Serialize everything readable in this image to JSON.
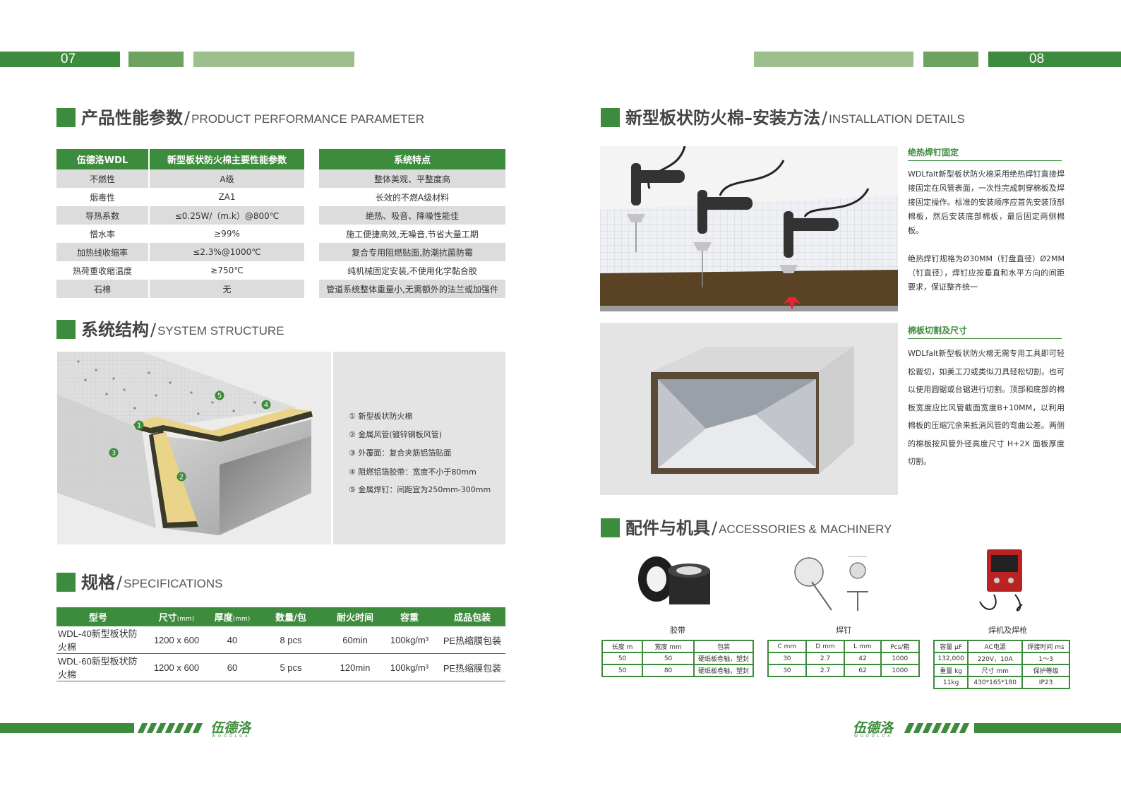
{
  "left_page_num": "07",
  "right_page_num": "08",
  "perf": {
    "title_cn": "产品性能参数",
    "slash": "/",
    "title_en": "PRODUCT PERFORMANCE PARAMETER",
    "col1": "伍德洛WDL",
    "col2": "新型板状防火棉主要性能参数",
    "col3": "系统特点",
    "rows": [
      {
        "name": "不燃性",
        "value": "A级",
        "feature": "整体美观、平整度高"
      },
      {
        "name": "烟毒性",
        "value": "ZA1",
        "feature": "长效的不燃A级材料"
      },
      {
        "name": "导热系数",
        "value": "≤0.25W/（m.k）@800℃",
        "feature": "绝热、吸音、降噪性能佳"
      },
      {
        "name": "憎水率",
        "value": "≥99%",
        "feature": "施工便捷高效,无噪音,节省大量工期"
      },
      {
        "name": "加热线收缩率",
        "value": "≤2.3%@1000℃",
        "feature": "复合专用阻燃贴面,防潮抗菌防霉"
      },
      {
        "name": "热荷重收缩温度",
        "value": "≥750℃",
        "feature": "纯机械固定安装,不使用化学黏合胶"
      },
      {
        "name": "石棉",
        "value": "无",
        "feature": "管道系统整体重量小,无需额外的法兰或加强件"
      }
    ]
  },
  "structure": {
    "title_cn": "系统结构",
    "slash": "/",
    "title_en": "SYSTEM STRUCTURE",
    "markers": [
      "1",
      "2",
      "3",
      "4",
      "5"
    ],
    "legend": [
      "① 新型板状防火棉",
      "② 金属风管(镀锌钢板风管)",
      "③ 外覆面：复合夹筋铝箔贴面",
      "④ 阻燃铝箔胶带：宽度不小于80mm",
      "⑤ 金属焊钉：间距宜为250mm-300mm"
    ]
  },
  "spec": {
    "title_cn": "规格",
    "slash": "/",
    "title_en": "SPECIFICATIONS",
    "headers": [
      "型号",
      "尺寸",
      "厚度",
      "数量/包",
      "耐火时间",
      "容重",
      "成品包装"
    ],
    "unit": "(mm)",
    "rows": [
      [
        "WDL-40新型板状防火棉",
        "1200 x 600",
        "40",
        "8 pcs",
        "60min",
        "100kg/m³",
        "PE热缩膜包装"
      ],
      [
        "WDL-60新型板状防火棉",
        "1200 x 600",
        "60",
        "5 pcs",
        "120min",
        "100kg/m³",
        "PE热缩膜包装"
      ]
    ]
  },
  "install": {
    "title_cn": "新型板状防火棉–安装方法",
    "slash": "/",
    "title_en": "INSTALLATION DETAILS",
    "side1_title": "绝热焊钉固定",
    "side1_p1": "WDLfalt新型板状防火棉采用绝热焊钉直接焊接固定在风管表面，一次性完成刺穿棉板及焊接固定操作。标准的安装顺序应首先安装顶部棉板，然后安装底部棉板，最后固定两侧棉板。",
    "side1_p2": "绝热焊钉规格为Ø30MM（钉盘直径）Ø2MM（钉直径），焊钉应按垂直和水平方向的间距要求，保证整齐统一",
    "side2_title": "棉板切割及尺寸",
    "side2_p": "WDLfalt新型板状防火棉无需专用工具即可轻松裁切，如美工刀或类似刀具轻松切割，也可以使用圆锯或台锯进行切割。顶部和底部的棉板宽度应比风管截面宽度B+10MM，以利用棉板的压缩冗余来抵消风管的弯曲公差。两侧的棉板按风管外径高度尺寸 H+2X 面板厚度切割。"
  },
  "acc": {
    "title_cn": "配件与机具",
    "slash": "/",
    "title_en": "ACCESSORIES & MACHINERY",
    "tape_label": "胶带",
    "tape_headers": [
      "长度 m",
      "宽度 mm",
      "包装"
    ],
    "tape_rows": [
      [
        "50",
        "50",
        "硬纸板卷轴，塑封"
      ],
      [
        "50",
        "80",
        "硬纸板卷轴，塑封"
      ]
    ],
    "pin_label": "焊钉",
    "pin_headers": [
      "C mm",
      "D mm",
      "L mm",
      "Pcs/箱"
    ],
    "pin_rows": [
      [
        "30",
        "2.7",
        "42",
        "1000"
      ],
      [
        "30",
        "2.7",
        "62",
        "1000"
      ]
    ],
    "welder_label": "焊机及焊枪",
    "welder_rows": [
      [
        "容量 μF",
        "AC电源",
        "焊接时间 ms"
      ],
      [
        "132,000",
        "220V，10A",
        "1～3"
      ],
      [
        "重量 kg",
        "尺寸 mm",
        "保护等级"
      ],
      [
        "11kg",
        "430*165*180",
        "IP23"
      ]
    ]
  },
  "logo": {
    "name": "伍德洛",
    "sub": "WOODLOA"
  },
  "colors": {
    "green": "#3d8b3d",
    "mid_green": "#6ea261",
    "light_green": "#9dbf8c"
  }
}
